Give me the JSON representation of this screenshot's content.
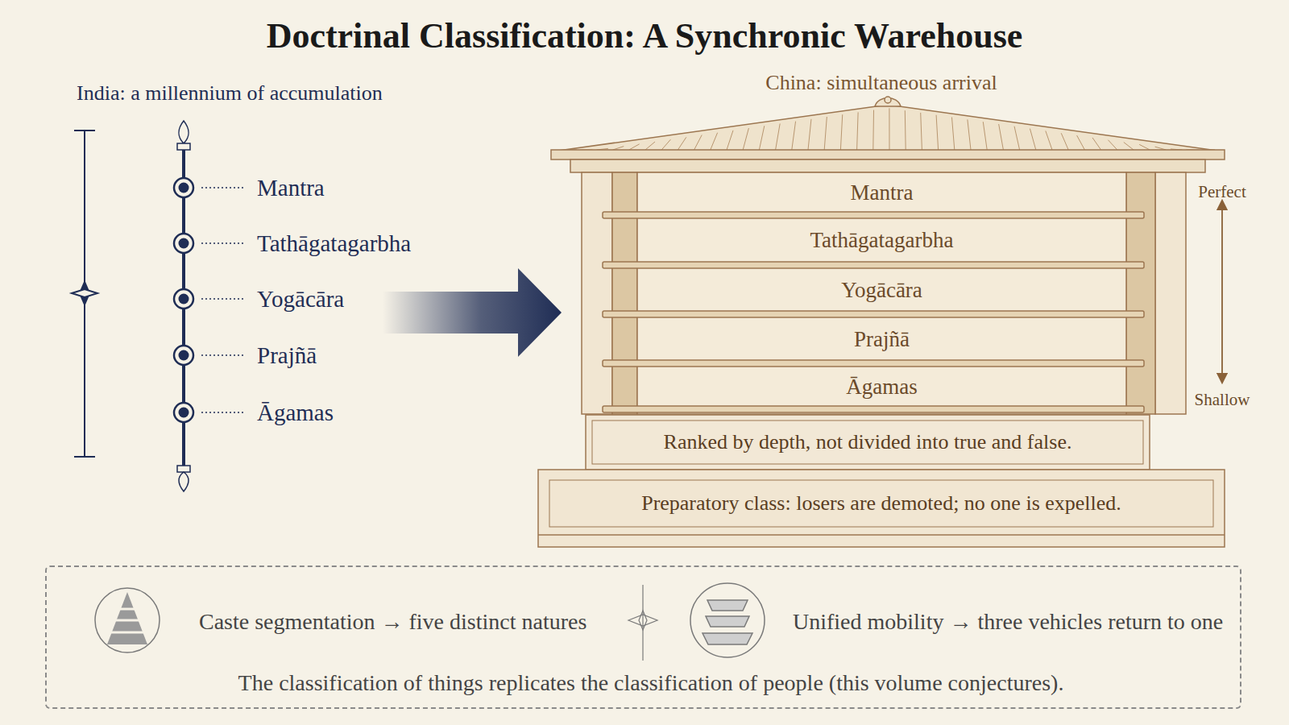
{
  "diagram": {
    "title": "Doctrinal Classification: A Synchronic Warehouse",
    "nodes": [
      {
        "text": [
          "China: simultaneous arrival"
        ]
      },
      {
        "text": [
          "Mantra"
        ],
        "in": 0
      },
      {
        "text": [
          "Tathāgatagarbha"
        ],
        "in": 0
      },
      {
        "text": [
          "Yogācāra"
        ],
        "in": 0
      },
      {
        "text": [
          "Prajñā"
        ],
        "in": 0
      },
      {
        "text": [
          "Āgamas"
        ],
        "in": 0
      },
      {
        "text": [
          "Ranked by depth, not divided into true and false."
        ],
        "in": 0
      },
      {
        "text": [
          "Preparatory class: losers are demoted; no one is expelled."
        ],
        "in": 0
      },
      {
        "text": [
          "Caste segmentation → five distinct natures",
          "Unified mobility → three vehicles return to one",
          "The classification of things replicates the classification of people (this volume conjectures)."
        ]
      }
    ],
    "labels": [
      "India: a millennium of accumulation",
      "Mantra",
      "Tathāgatagarbha",
      "Yogācāra",
      "Prajñā",
      "Āgamas",
      "Perfect",
      "Shallow"
    ]
  }
}
